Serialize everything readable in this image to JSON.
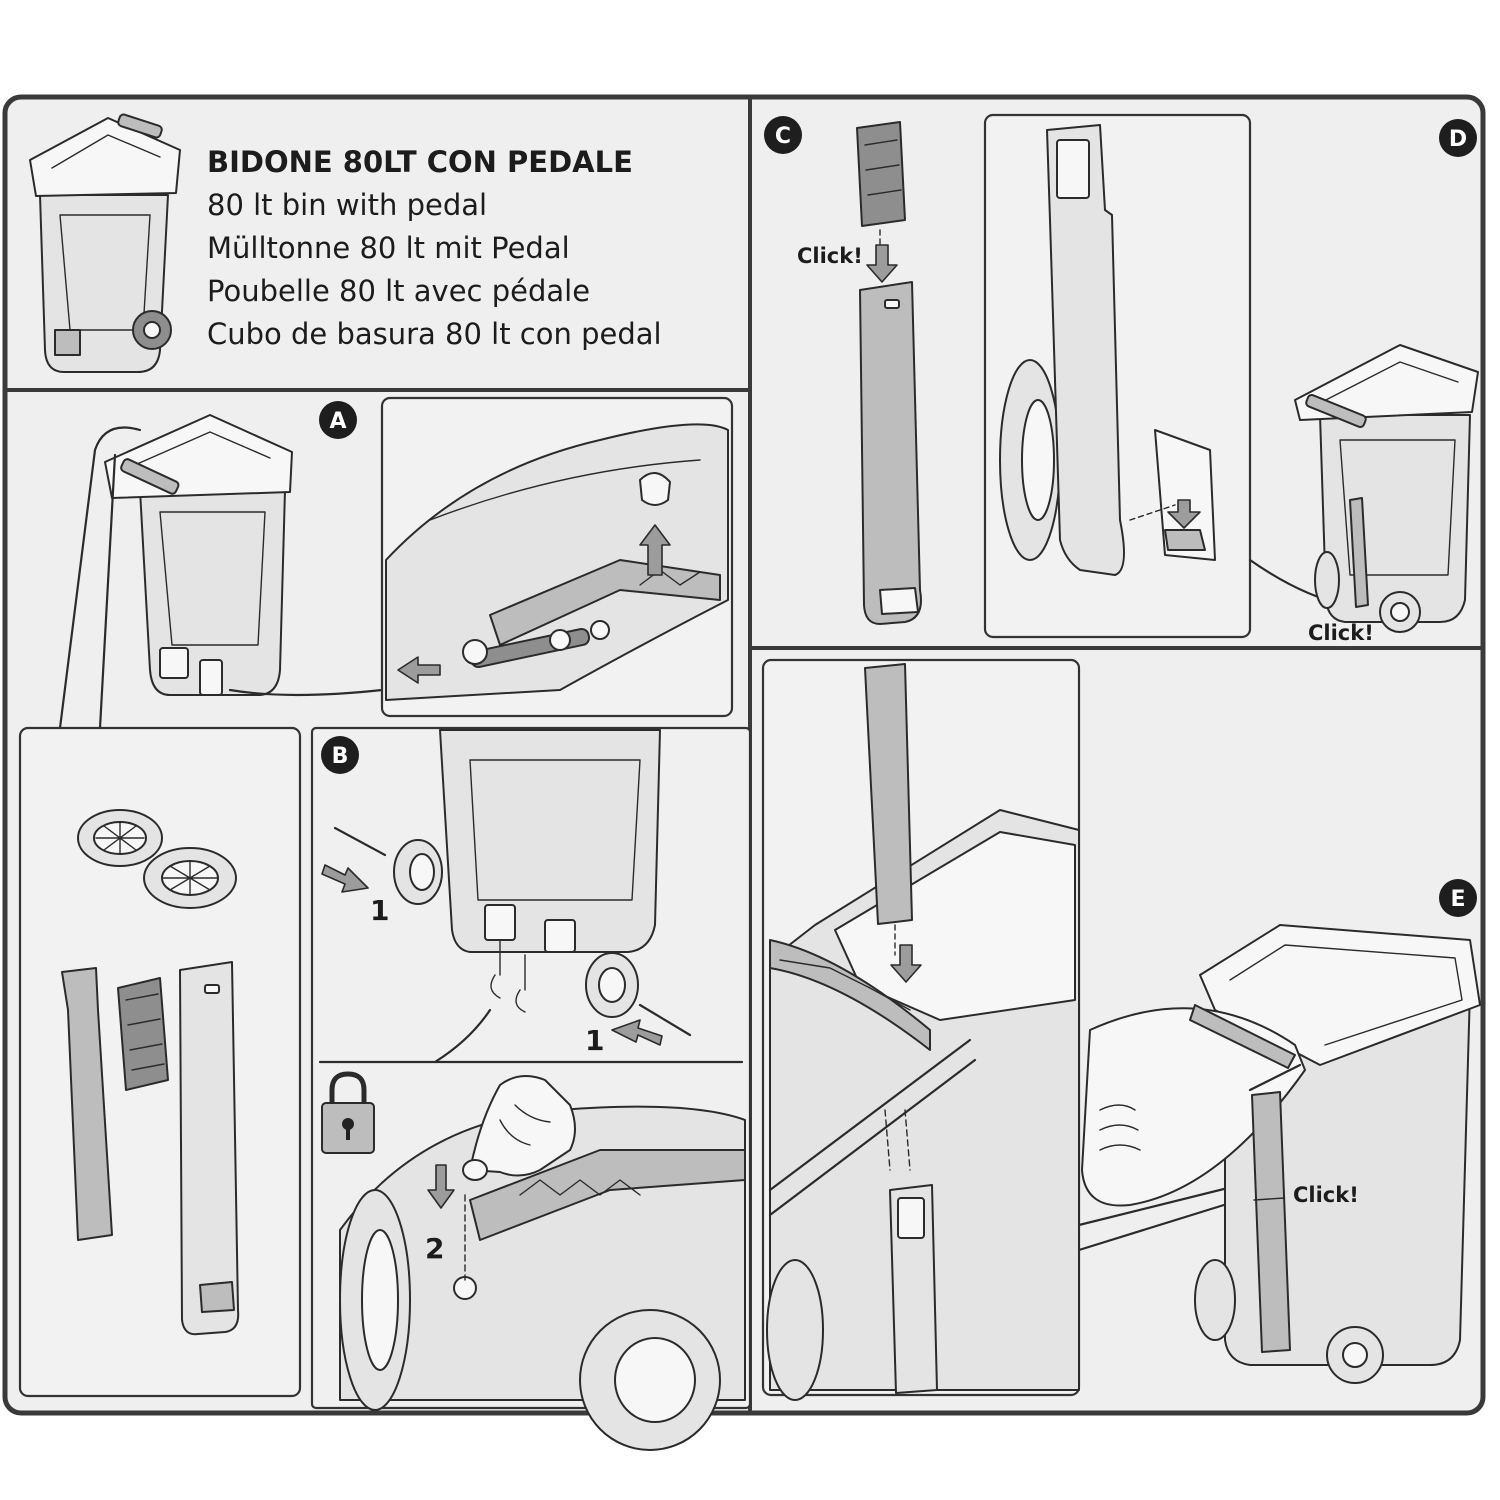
{
  "title": {
    "line_1": "BIDONE 80LT CON PEDALE",
    "line_2": "80 lt bin with pedal",
    "line_3": "Mülltonne 80 lt mit Pedal",
    "line_4": "Poubelle 80 lt avec pédale",
    "line_5": "Cubo de basura 80 lt con pedal"
  },
  "steps": {
    "a": "A",
    "b": "B",
    "c": "C",
    "d": "D",
    "e": "E"
  },
  "labels": {
    "click": "Click!",
    "step_1": "1",
    "step_2": "2"
  },
  "icons": {
    "lock": "padlock-icon",
    "arrow": "arrow-icon",
    "wheel": "wheel-icon",
    "bin": "wheelie-bin-icon",
    "hand": "hand-icon"
  }
}
